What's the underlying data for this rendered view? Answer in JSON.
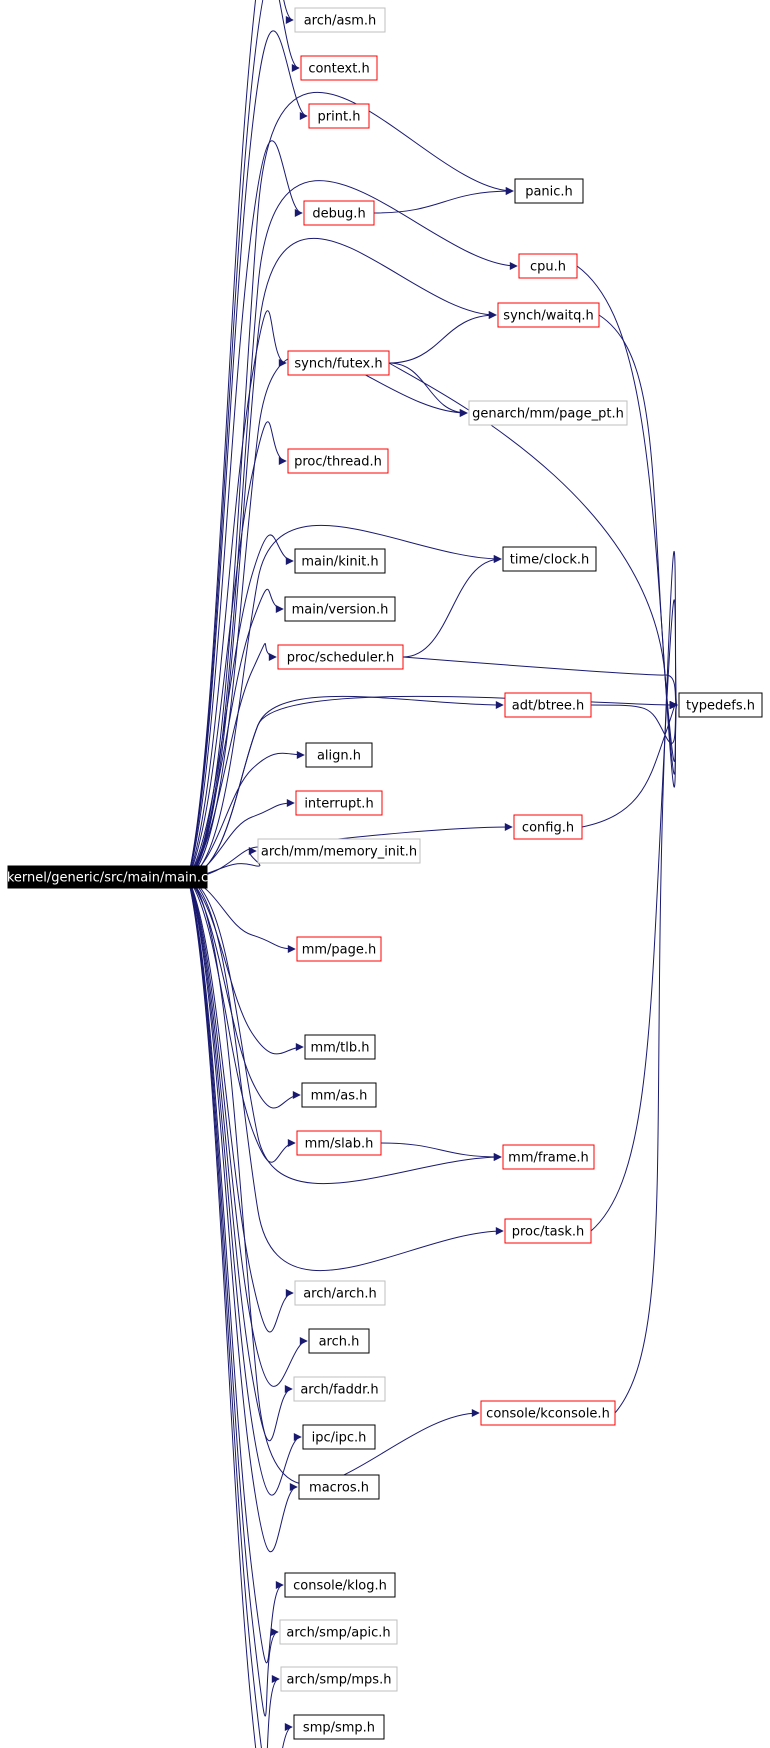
{
  "graph": {
    "root": "kernel/generic/src/main/main.c",
    "nodes": {
      "root": {
        "label": "kernel/generic/src/main/main.c",
        "style": "root"
      },
      "arch_asm": {
        "label": "arch/asm.h",
        "style": "gray"
      },
      "context": {
        "label": "context.h",
        "style": "red"
      },
      "print": {
        "label": "print.h",
        "style": "red"
      },
      "panic": {
        "label": "panic.h",
        "style": "black"
      },
      "debug": {
        "label": "debug.h",
        "style": "red"
      },
      "cpu": {
        "label": "cpu.h",
        "style": "red"
      },
      "waitq": {
        "label": "synch/waitq.h",
        "style": "red"
      },
      "futex": {
        "label": "synch/futex.h",
        "style": "red"
      },
      "page_pt": {
        "label": "genarch/mm/page_pt.h",
        "style": "gray"
      },
      "thread": {
        "label": "proc/thread.h",
        "style": "red"
      },
      "kinit": {
        "label": "main/kinit.h",
        "style": "black"
      },
      "clock": {
        "label": "time/clock.h",
        "style": "black"
      },
      "version": {
        "label": "main/version.h",
        "style": "black"
      },
      "scheduler": {
        "label": "proc/scheduler.h",
        "style": "red"
      },
      "btree": {
        "label": "adt/btree.h",
        "style": "red"
      },
      "typedefs": {
        "label": "typedefs.h",
        "style": "black"
      },
      "align": {
        "label": "align.h",
        "style": "black"
      },
      "interrupt": {
        "label": "interrupt.h",
        "style": "red"
      },
      "memory_init": {
        "label": "arch/mm/memory_init.h",
        "style": "gray"
      },
      "config": {
        "label": "config.h",
        "style": "red"
      },
      "page": {
        "label": "mm/page.h",
        "style": "red"
      },
      "tlb": {
        "label": "mm/tlb.h",
        "style": "black"
      },
      "as": {
        "label": "mm/as.h",
        "style": "black"
      },
      "slab": {
        "label": "mm/slab.h",
        "style": "red"
      },
      "frame": {
        "label": "mm/frame.h",
        "style": "red"
      },
      "task": {
        "label": "proc/task.h",
        "style": "red"
      },
      "arch_arch": {
        "label": "arch/arch.h",
        "style": "gray"
      },
      "arch": {
        "label": "arch.h",
        "style": "black"
      },
      "faddr": {
        "label": "arch/faddr.h",
        "style": "gray"
      },
      "ipc": {
        "label": "ipc/ipc.h",
        "style": "black"
      },
      "kconsole": {
        "label": "console/kconsole.h",
        "style": "red"
      },
      "macros": {
        "label": "macros.h",
        "style": "black"
      },
      "klog": {
        "label": "console/klog.h",
        "style": "black"
      },
      "apic": {
        "label": "arch/smp/apic.h",
        "style": "gray"
      },
      "mps": {
        "label": "arch/smp/mps.h",
        "style": "gray"
      },
      "smp": {
        "label": "smp/smp.h",
        "style": "black"
      }
    },
    "edges": [
      [
        "root",
        "arch_asm"
      ],
      [
        "root",
        "context"
      ],
      [
        "root",
        "print"
      ],
      [
        "root",
        "panic"
      ],
      [
        "root",
        "debug"
      ],
      [
        "debug",
        "panic"
      ],
      [
        "root",
        "cpu"
      ],
      [
        "cpu",
        "typedefs"
      ],
      [
        "root",
        "waitq"
      ],
      [
        "waitq",
        "typedefs"
      ],
      [
        "root",
        "futex"
      ],
      [
        "futex",
        "waitq"
      ],
      [
        "futex",
        "page_pt"
      ],
      [
        "futex",
        "typedefs"
      ],
      [
        "root",
        "page_pt"
      ],
      [
        "root",
        "thread"
      ],
      [
        "root",
        "clock"
      ],
      [
        "root",
        "kinit"
      ],
      [
        "root",
        "version"
      ],
      [
        "root",
        "scheduler"
      ],
      [
        "scheduler",
        "clock"
      ],
      [
        "scheduler",
        "typedefs"
      ],
      [
        "root",
        "btree"
      ],
      [
        "btree",
        "typedefs"
      ],
      [
        "root",
        "align"
      ],
      [
        "root",
        "interrupt"
      ],
      [
        "root",
        "memory_init"
      ],
      [
        "root",
        "config"
      ],
      [
        "config",
        "typedefs"
      ],
      [
        "root",
        "typedefs"
      ],
      [
        "root",
        "page"
      ],
      [
        "root",
        "tlb"
      ],
      [
        "root",
        "as"
      ],
      [
        "root",
        "slab"
      ],
      [
        "slab",
        "frame"
      ],
      [
        "root",
        "frame"
      ],
      [
        "root",
        "task"
      ],
      [
        "task",
        "typedefs"
      ],
      [
        "root",
        "arch_arch"
      ],
      [
        "root",
        "arch"
      ],
      [
        "root",
        "faddr"
      ],
      [
        "root",
        "ipc"
      ],
      [
        "root",
        "macros"
      ],
      [
        "root",
        "kconsole"
      ],
      [
        "kconsole",
        "typedefs"
      ],
      [
        "root",
        "klog"
      ],
      [
        "root",
        "apic"
      ],
      [
        "root",
        "mps"
      ],
      [
        "root",
        "smp"
      ]
    ]
  },
  "colors": {
    "edge": "#191970",
    "root_fill": "#000000",
    "root_text": "#ffffff",
    "red_border": "#ff0000",
    "gray_border": "#bfbfbf",
    "black_border": "#000000",
    "node_fill": "#ffffff"
  }
}
